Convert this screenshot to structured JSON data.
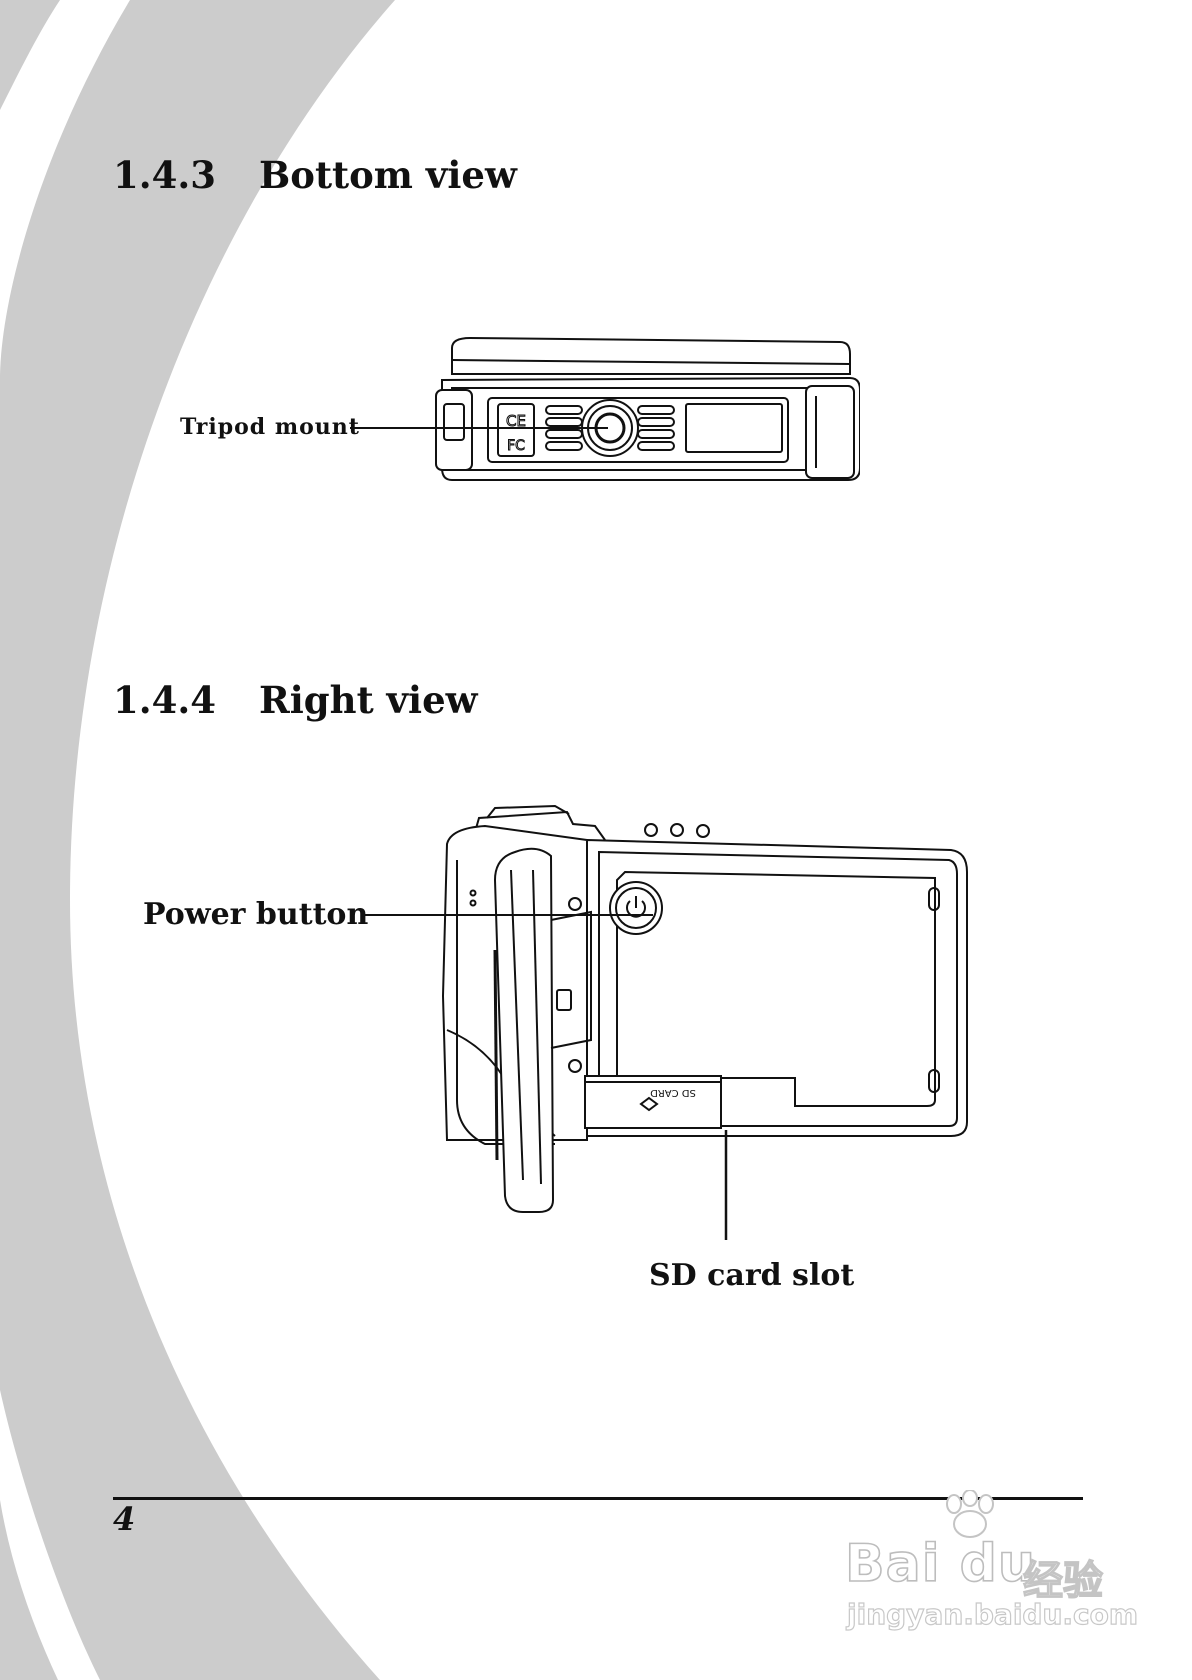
{
  "sections": [
    {
      "number": "1.4.3",
      "title": "Bottom view"
    },
    {
      "number": "1.4.4",
      "title": "Right view"
    }
  ],
  "callouts": {
    "tripod_mount": "Tripod mount",
    "power_button": "Power button",
    "sd_card_slot": "SD card slot"
  },
  "device_markings": {
    "sd_card": "SD CARD"
  },
  "footer": {
    "page_number": "4"
  },
  "watermark": {
    "brand": "Bai du",
    "chinese": "经验",
    "url": "jingyan.baidu.com"
  },
  "colors": {
    "swoosh": "#cccccc",
    "ink": "#111111"
  }
}
